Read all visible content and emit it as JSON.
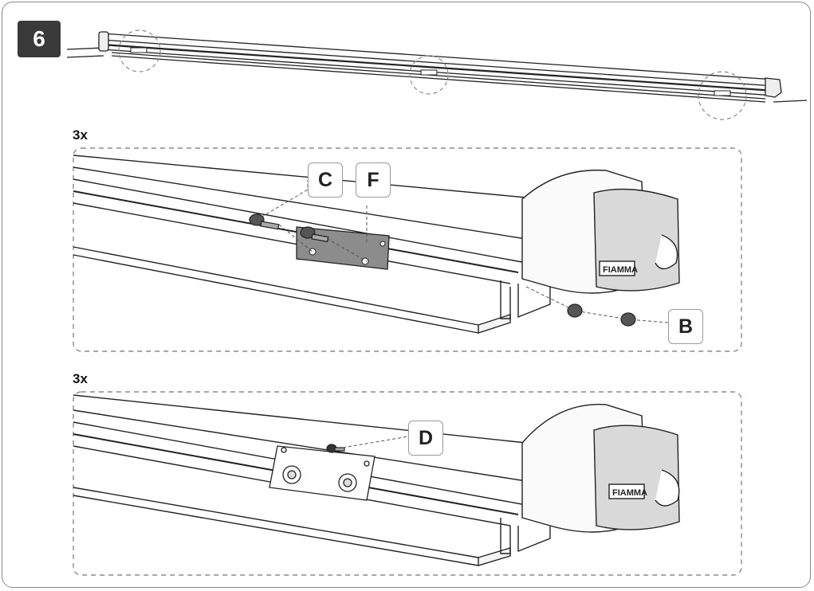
{
  "step": {
    "number": "6"
  },
  "panels": [
    {
      "quantity": "3x"
    },
    {
      "quantity": "3x"
    }
  ],
  "callouts": {
    "c": "C",
    "f": "F",
    "b": "B",
    "d": "D"
  },
  "colors": {
    "badge": "#3a3a3a",
    "line": "#222222",
    "dashed": "#8a8a8a",
    "plate": "#8c8c8c",
    "cover_shade": "#d9d9d9"
  }
}
